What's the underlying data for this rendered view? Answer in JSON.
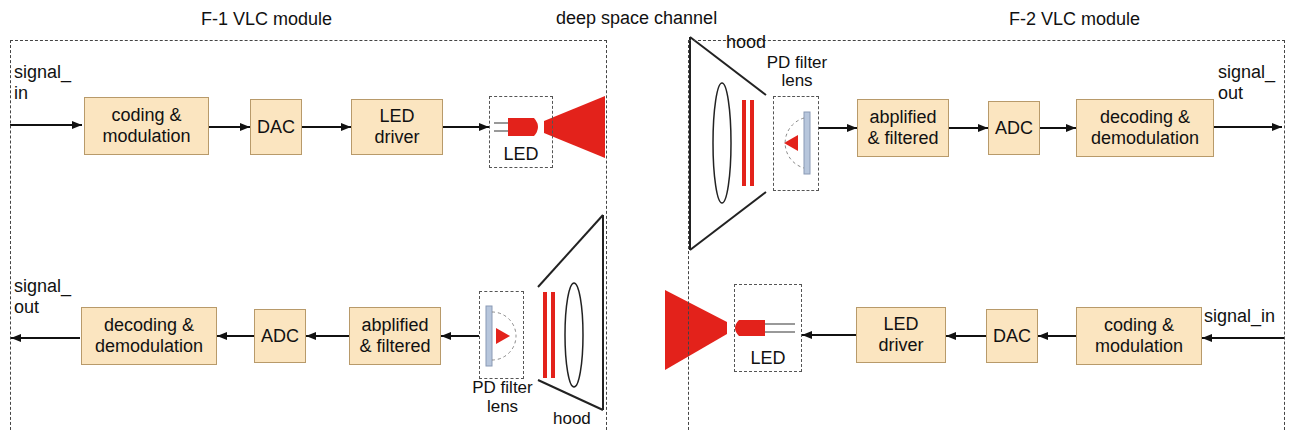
{
  "diagram": {
    "nodes": [
      {
        "text": [
          "F-1 VLC module"
        ]
      },
      {
        "text": [
          "coding & modulation"
        ],
        "in": 0
      },
      {
        "text": [
          "DAC"
        ],
        "in": 0
      },
      {
        "text": [
          "LED driver"
        ],
        "in": 0
      },
      {
        "text": [
          "LED"
        ],
        "in": 0
      },
      {
        "text": [
          "F-2 VLC module"
        ]
      },
      {
        "text": [
          "PD filter lens"
        ],
        "in": 5
      },
      {
        "text": [
          "abplified & filtered"
        ],
        "in": 5
      },
      {
        "text": [
          "ADC"
        ],
        "in": 5
      },
      {
        "text": [
          "decoding & demodulation"
        ],
        "in": 5
      },
      {
        "text": [
          "decoding & demodulation"
        ],
        "in": 0
      },
      {
        "text": [
          "ADC"
        ],
        "in": 0
      },
      {
        "text": [
          "abplified & filtered"
        ],
        "in": 0
      },
      {
        "text": [
          "PD filter lens"
        ],
        "in": 0
      },
      {
        "text": [
          "LED"
        ],
        "in": 5
      },
      {
        "text": [
          "LED driver"
        ],
        "in": 5
      },
      {
        "text": [
          "DAC"
        ],
        "in": 5
      },
      {
        "text": [
          "coding & modulation"
        ],
        "in": 5
      }
    ],
    "edges": [
      {
        "from": 1,
        "to": 2,
        "arrow": "to"
      },
      {
        "from": 2,
        "to": 3,
        "arrow": "to"
      },
      {
        "from": 3,
        "to": 4,
        "arrow": "to"
      },
      {
        "from": 6,
        "to": 7,
        "arrow": "to"
      },
      {
        "from": 7,
        "to": 8,
        "arrow": "to"
      },
      {
        "from": 8,
        "to": 9,
        "arrow": "to"
      },
      {
        "from": 13,
        "to": 12,
        "arrow": "to"
      },
      {
        "from": 12,
        "to": 11,
        "arrow": "to"
      },
      {
        "from": 11,
        "to": 10,
        "arrow": "to"
      },
      {
        "from": 17,
        "to": 16,
        "arrow": "to"
      },
      {
        "from": 16,
        "to": 15,
        "arrow": "to"
      },
      {
        "from": 15,
        "to": 14,
        "arrow": "to"
      }
    ],
    "labels": [
      "deep space channel",
      "signal_ in",
      "signal_ out",
      "signal_ out",
      "signal_in",
      "hood",
      "hood"
    ]
  }
}
